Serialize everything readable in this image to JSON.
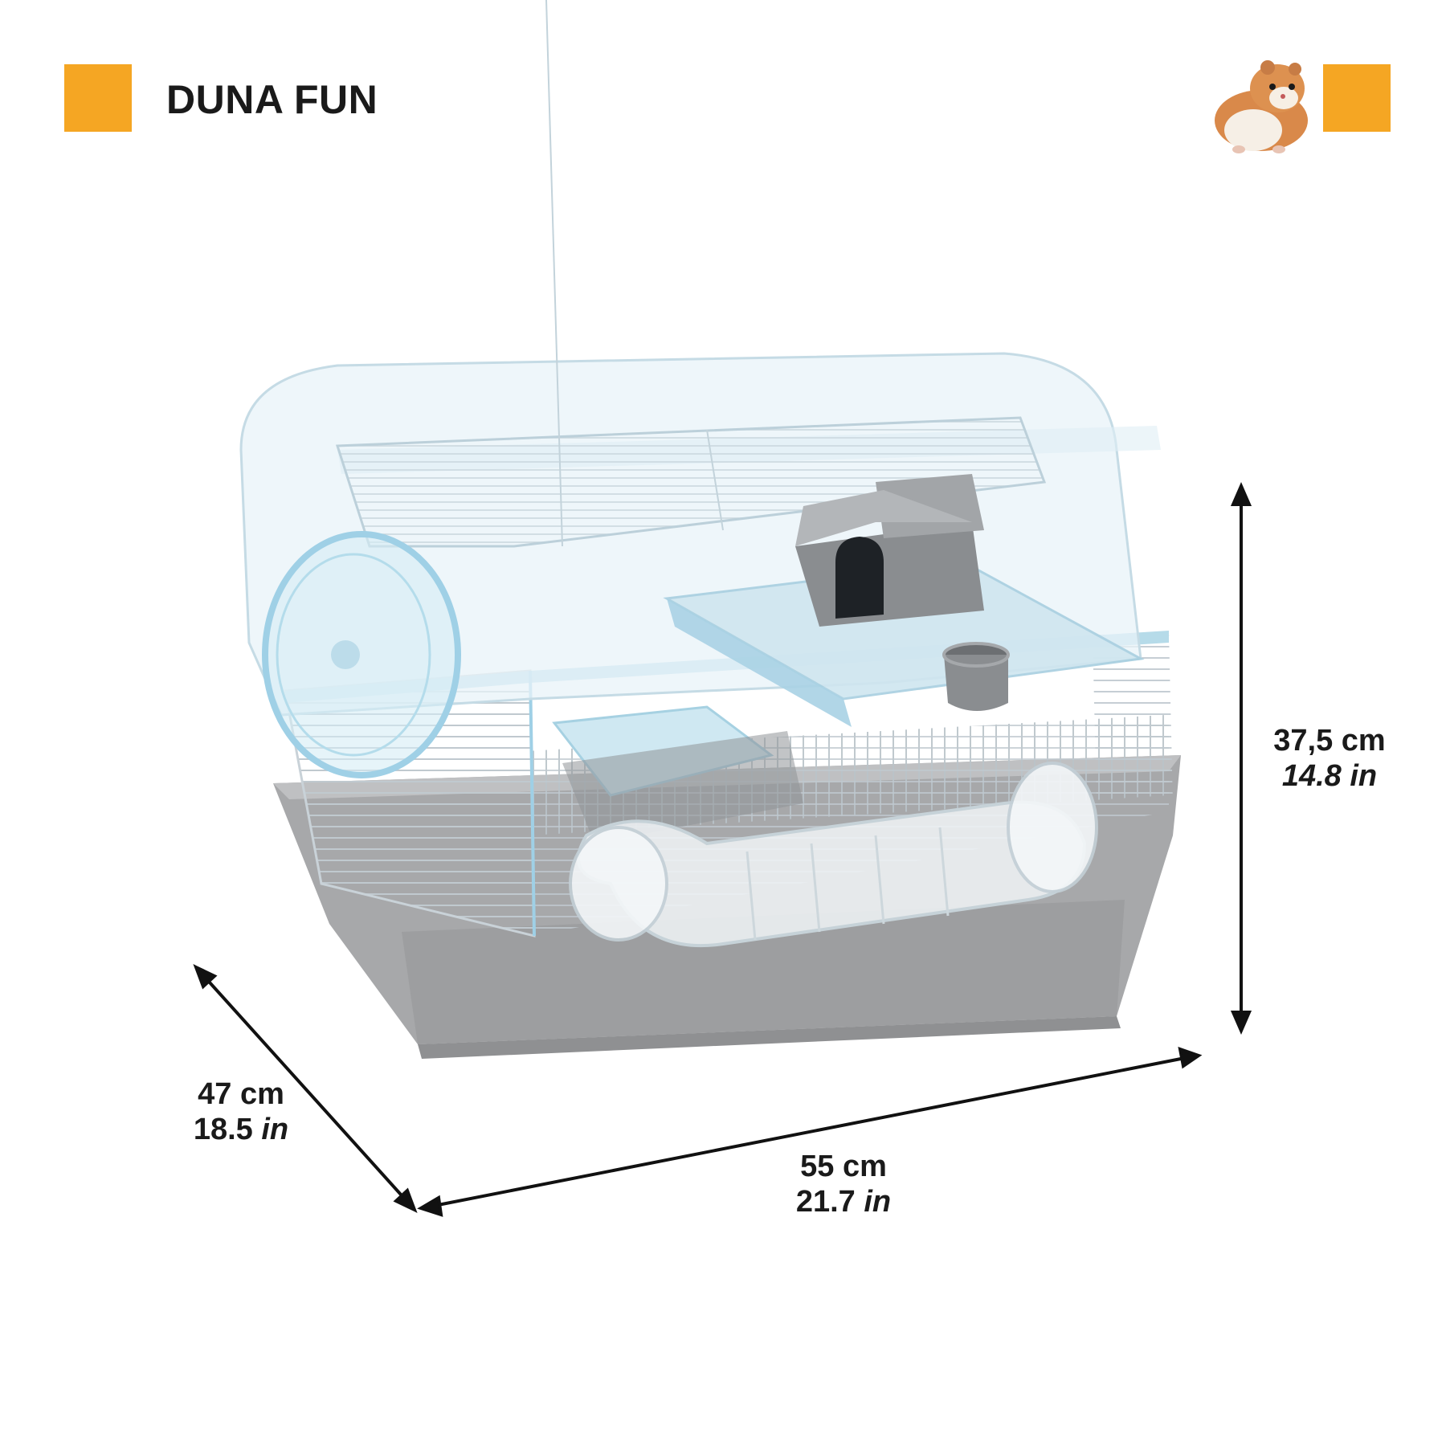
{
  "header": {
    "title": "DUNA FUN",
    "accent_color": "#f5a623"
  },
  "dimensions": {
    "height": {
      "metric": "37,5 cm",
      "imperial": "14.8 in"
    },
    "depth": {
      "metric": "47 cm",
      "imperial_value": "18.5",
      "imperial_unit": "in"
    },
    "width": {
      "metric": "55 cm",
      "imperial_value": "21.7",
      "imperial_unit": "in"
    }
  },
  "icons": {
    "mascot": "hamster-icon",
    "product": "hamster-cage-illustration"
  },
  "colors": {
    "cage_base": "#a7a8aa",
    "cage_cover": "#e8f3f8",
    "cage_trim": "#9fd0e6",
    "accessory_gray": "#8a8d90"
  }
}
